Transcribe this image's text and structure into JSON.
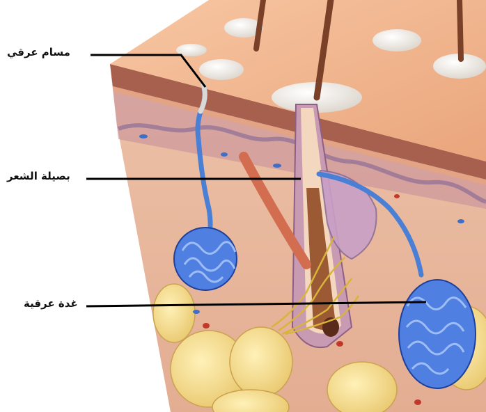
{
  "diagram": {
    "labels": {
      "sweat_pore": "مسام عرقي",
      "hair_follicle": "بصيلة الشعر",
      "sweat_gland": "غدة عرقية"
    }
  },
  "colors": {
    "skin_surface": "#f0b48c",
    "epidermis": "#b77464",
    "dermis": "#e8b9a0",
    "fat": "#f0d98a",
    "sweat_duct": "#5a8de0",
    "hair": "#8a4a2a",
    "leader_line": "#000000"
  }
}
